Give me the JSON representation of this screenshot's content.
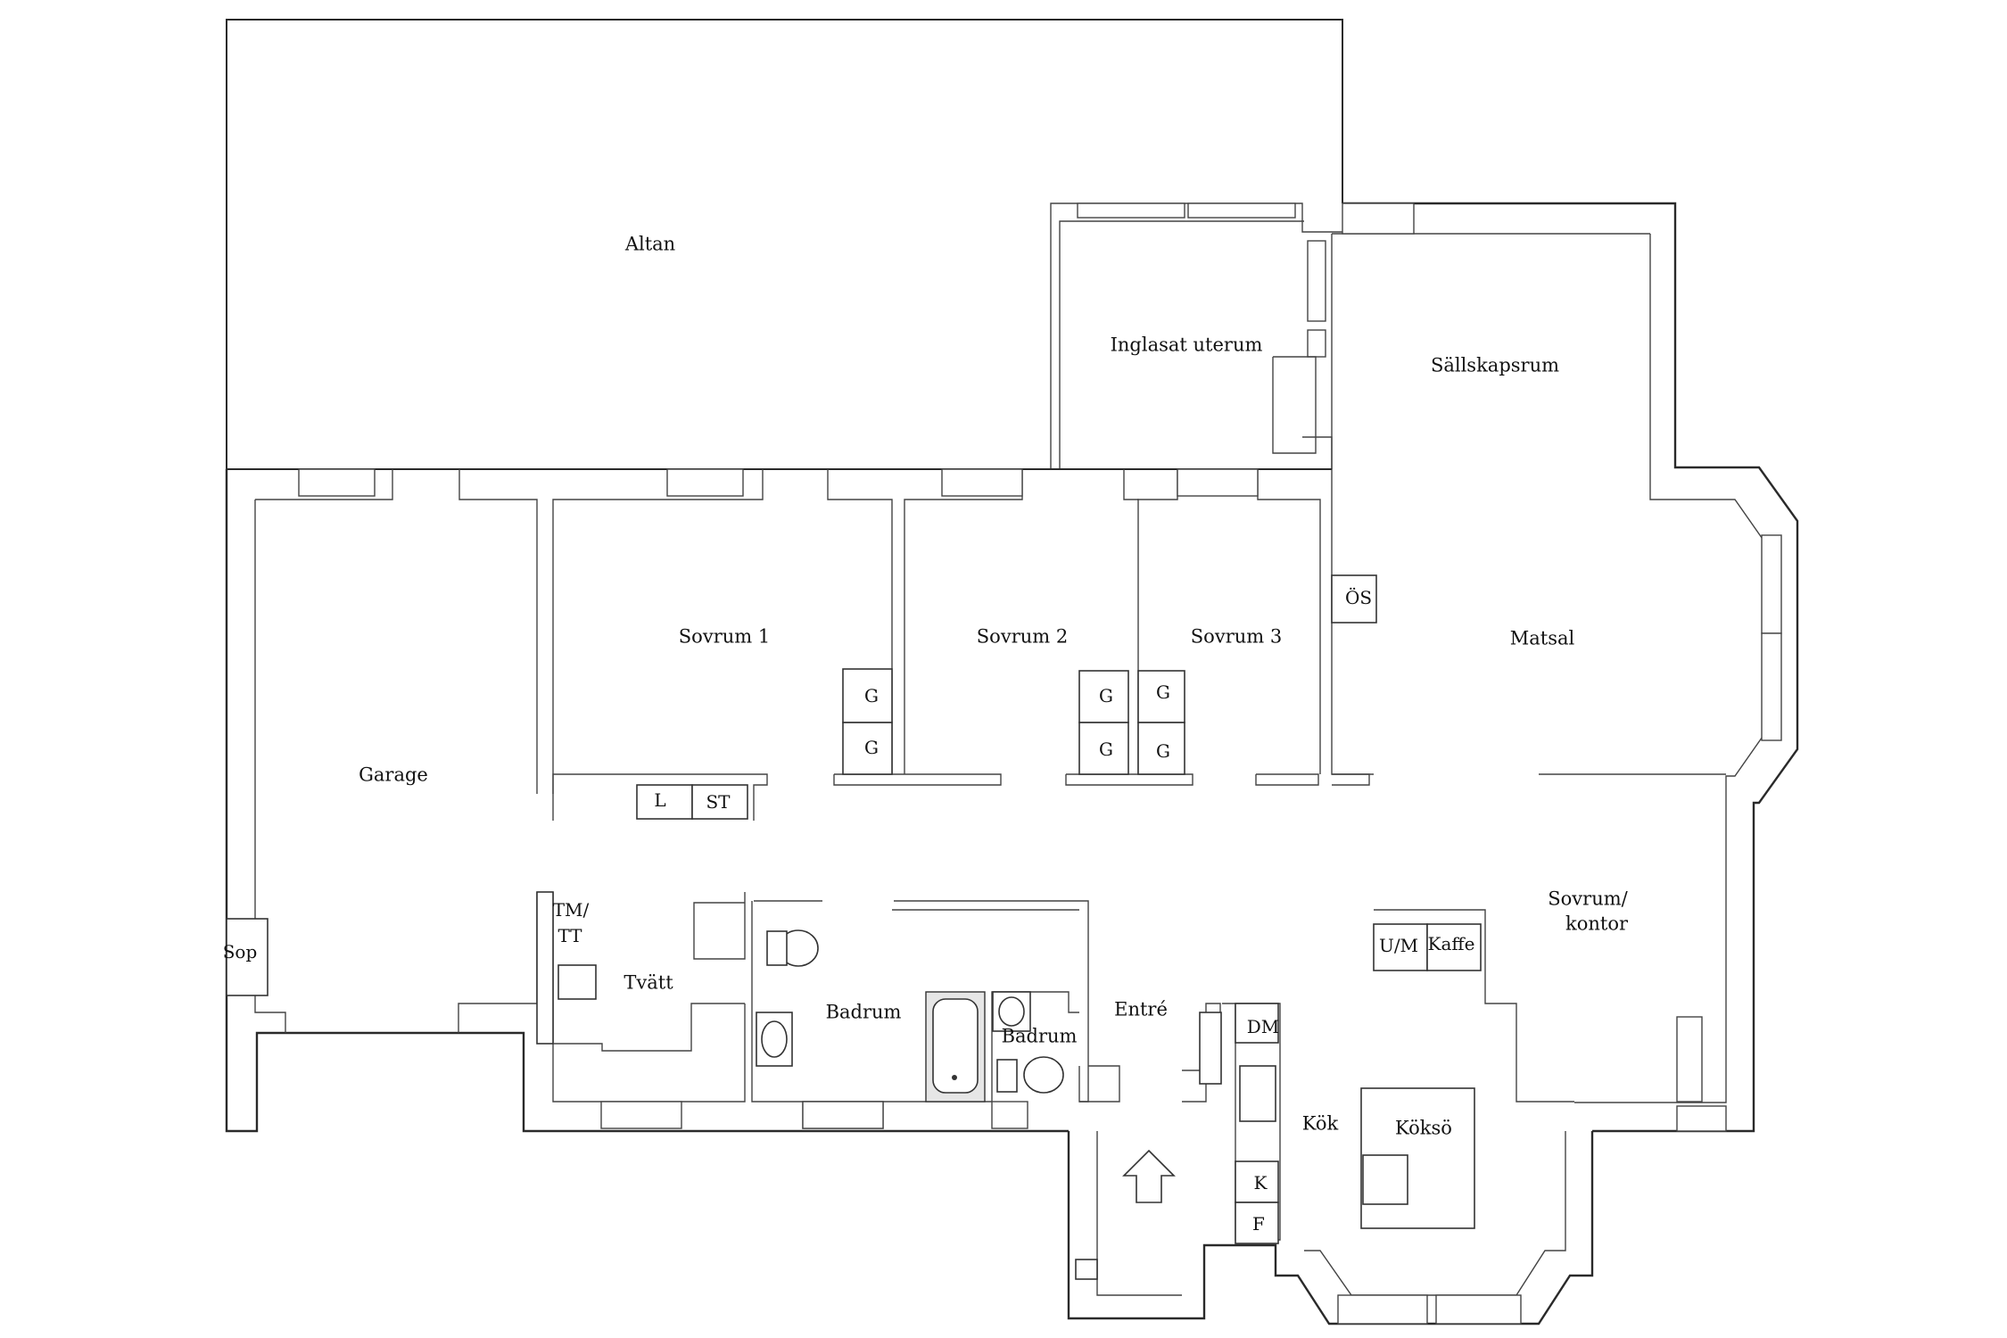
{
  "rooms": {
    "altan": "Altan",
    "inglasat_uterum": "Inglasat uterum",
    "sallskapsrum": "Sällskapsrum",
    "matsal": "Matsal",
    "sovrum1": "Sovrum 1",
    "sovrum2": "Sovrum 2",
    "sovrum3": "Sovrum 3",
    "garage": "Garage",
    "sovrum_kontor_1": "Sovrum/",
    "sovrum_kontor_2": "kontor",
    "tvatt": "Tvätt",
    "badrum_1": "Badrum",
    "badrum_2": "Badrum",
    "entre": "Entré",
    "kok": "Kök",
    "kokso": "Köksö",
    "sop": "Sop"
  },
  "fixtures": {
    "os": "ÖS",
    "g_s1_top": "G",
    "g_s1_bottom": "G",
    "g_s2_top": "G",
    "g_s2_bottom": "G",
    "g_s3_top": "G",
    "g_s3_bottom": "G",
    "l": "L",
    "st": "ST",
    "tm_tt_1": "TM/",
    "tm_tt_2": "TT",
    "um": "U/M",
    "kaffe": "Kaffe",
    "dm": "DM",
    "k": "K",
    "f": "F"
  }
}
